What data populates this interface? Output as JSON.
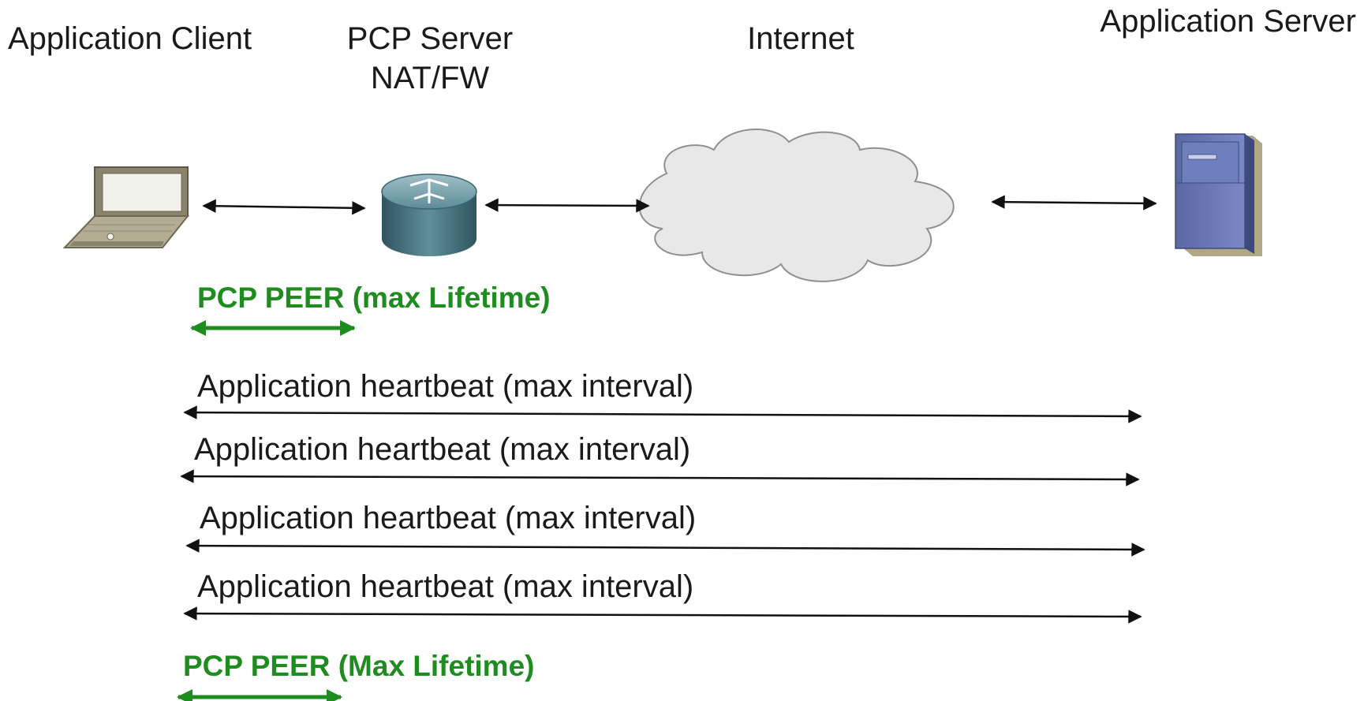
{
  "nodes": {
    "client": {
      "label": "Application Client",
      "icon": "laptop-icon"
    },
    "pcp_server": {
      "label_line1": "PCP Server",
      "label_line2": "NAT/FW",
      "icon": "router-icon"
    },
    "internet": {
      "label": "Internet",
      "icon": "cloud-icon"
    },
    "app_server": {
      "label": "Application Server",
      "icon": "server-icon"
    }
  },
  "flows": {
    "pcp_peer_1": "PCP PEER (max Lifetime)",
    "heartbeats": [
      "Application heartbeat (max interval)",
      "Application heartbeat  (max interval)",
      "Application heartbeat (max interval)",
      "Application heartbeat (max interval)"
    ],
    "pcp_peer_2": "PCP PEER (Max Lifetime)"
  },
  "colors": {
    "pcp_green": "#1e8c1e",
    "arrow_black": "#111111",
    "cloud_fill": "#e8e8e8",
    "server_blue": "#6b7bb5",
    "router_teal": "#4d7a85"
  }
}
